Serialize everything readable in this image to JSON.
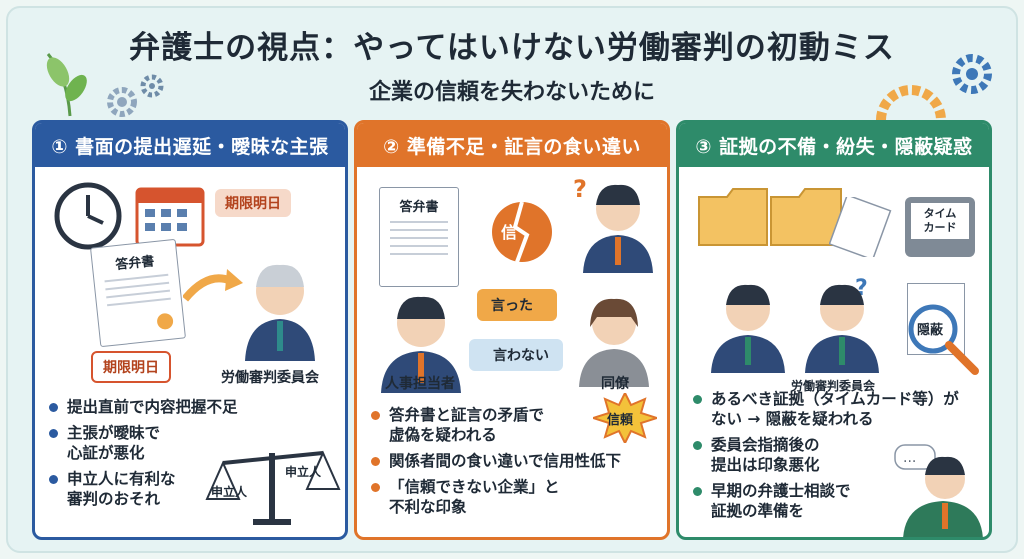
{
  "header": {
    "title": "弁護士の視点：やってはいけない労働審判の初動ミス",
    "subtitle": "企業の信頼を失わないために"
  },
  "colors": {
    "panel1": "#2b5aa0",
    "panel2": "#e0742a",
    "panel3": "#2e8b6a"
  },
  "panels": [
    {
      "heading": "① 書面の提出遅延・曖昧な主張",
      "scene": {
        "deadline_tag_top": "期限明日",
        "deadline_tag_bottom": "期限明日",
        "document_title": "答弁書",
        "committee_label": "労働審判委員会",
        "scale_left": "申立人",
        "scale_right": "申立人"
      },
      "bullets": [
        "提出直前で内容把握不足",
        "主張が曖昧で\n心証が悪化",
        "申立人に有利な\n審判のおそれ"
      ]
    },
    {
      "heading": "② 準備不足・証言の食い違い",
      "scene": {
        "document_title": "答弁書",
        "trust_char": "信",
        "arrow_said": "言った",
        "arrow_not_said": "言わない",
        "hr_label": "人事担当者",
        "colleague_label": "同僚",
        "badge": "信頼"
      },
      "bullets": [
        "答弁書と証言の矛盾で\n虚偽を疑われる",
        "関係者間の食い違いで信用性低下",
        "「信頼できない企業」と\n不利な印象"
      ]
    },
    {
      "heading": "③ 証拠の不備・紛失・隠蔽疑惑",
      "scene": {
        "timecard_label": "タイム\nカード",
        "conceal_label": "隠蔽",
        "committee_label": "労働審判委員会"
      },
      "bullets": [
        "あるべき証拠（タイムカード等）が\nない → 隠蔽を疑われる",
        "委員会指摘後の\n提出は印象悪化",
        "早期の弁護士相談で\n証拠の準備を"
      ]
    }
  ]
}
